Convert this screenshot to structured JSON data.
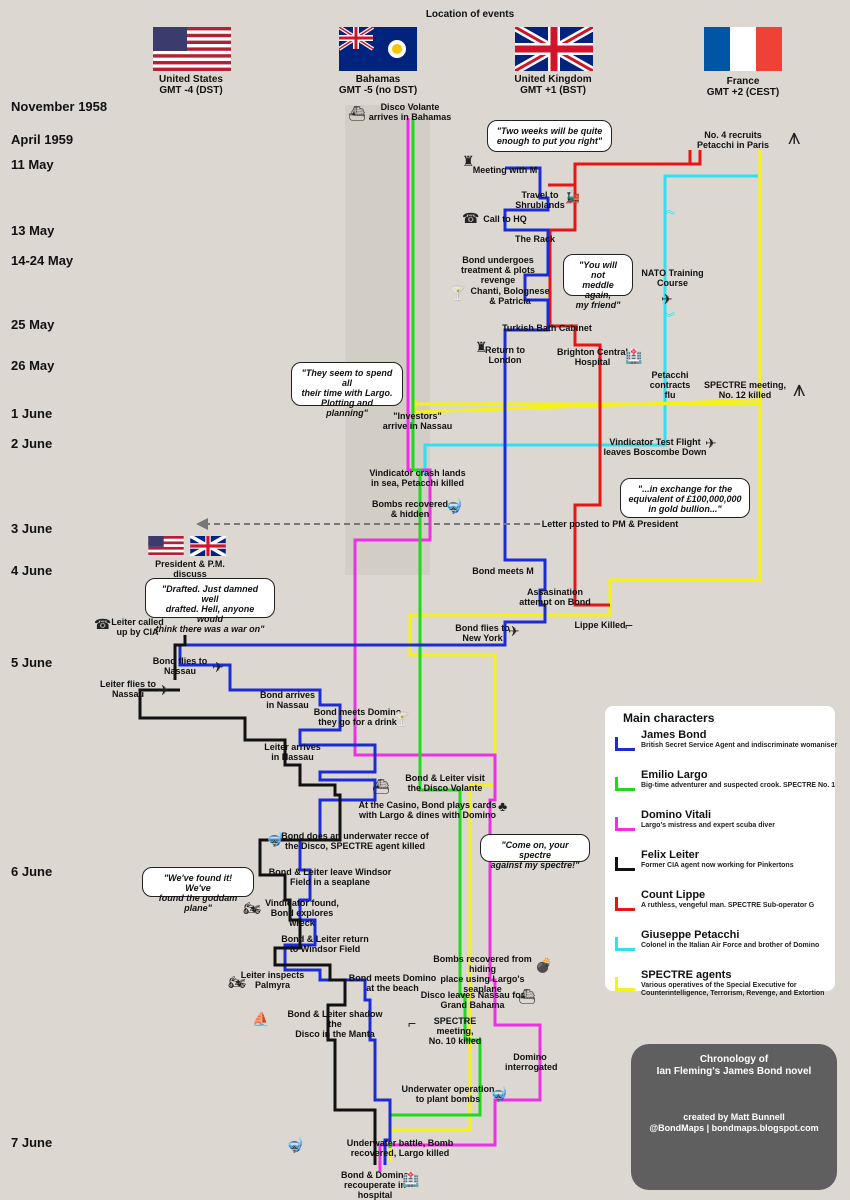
{
  "header": {
    "title": "Location of events"
  },
  "countries": [
    {
      "id": "us",
      "name": "United States",
      "tz": "GMT -4 (DST)"
    },
    {
      "id": "bs",
      "name": "Bahamas",
      "tz": "GMT -5 (no DST)"
    },
    {
      "id": "uk",
      "name": "United Kingdom",
      "tz": "GMT +1 (BST)"
    },
    {
      "id": "fr",
      "name": "France",
      "tz": "GMT +2 (CEST)"
    }
  ],
  "dates": [
    "November 1958",
    "April 1959",
    "11 May",
    "13 May",
    "14-24 May",
    "25 May",
    "26 May",
    "1 June",
    "2 June",
    "3 June",
    "4 June",
    "5 June",
    "6 June",
    "7 June"
  ],
  "events": {
    "disco_arrives": "Disco Volante\narrives in Bahamas",
    "petacchi_recruited": "No. 4 recruits\nPetacchi in Paris",
    "meeting_m": "Meeting with M",
    "travel_shrublands": "Travel to\nShrublands",
    "call_hq": "Call to HQ",
    "the_rack": "The Rack",
    "bond_treatment": "Bond undergoes\ntreatment & plots revenge",
    "chanti": "Chanti, Bolognese\n& Patricia",
    "nato_course": "NATO Training\nCourse",
    "turkish_bath": "Turkish Bath Cabinet",
    "return_london": "Return to\nLondon",
    "brighton_hospital": "Brighton Central\nHospital",
    "petacchi_flu": "Petacchi\ncontracts flu",
    "spectre_meeting_12": "SPECTRE meeting,\nNo. 12 killed",
    "investors": "\"Investors\"\narrive in Nassau",
    "vindicator_test": "Vindicator Test Flight\nleaves Boscombe Down",
    "vindicator_crash": "Vindicator crash lands\nin sea, Petacchi killed",
    "bombs_recovered": "Bombs recovered\n& hidden",
    "letter_posted": "Letter posted to PM & President",
    "pres_pm": "President & P.M. discuss",
    "bond_meets_m": "Bond meets M",
    "assassination": "Assasination\nattempt on Bond",
    "leiter_cia": "Leiter called\nup by CIA",
    "lippe_killed": "Lippe Killed",
    "bond_flies_ny": "Bond flies to\nNew York",
    "bond_flies_nassau": "Bond flies to\nNassau",
    "leiter_flies_nassau": "Leiter flies to\nNassau",
    "bond_arrives_nassau": "Bond arrives\nin Nassau",
    "bond_meets_domino": "Bond meets Domino\nthey go for a drink",
    "leiter_arrives": "Leiter arrives\nin Nassau",
    "visit_disco": "Bond & Leiter visit\nthe Disco Volante",
    "casino": "At the Casino, Bond plays cards\nwith Largo & dines with Domino",
    "underwater_recce": "Bond does an underwater recce of\nthe Disco, SPECTRE agent killed",
    "leave_windsor": "Bond & Leiter leave Windsor\nField in a seaplane",
    "vindicator_found": "Vindicator found,\nBond explores wreck",
    "return_windsor": "Bond & Leiter return\nto Windsor Field",
    "bombs_hiding": "Bombs recovered from hiding\nplace using Largo's seaplane",
    "leiter_palmyra": "Leiter inspects\nPalmyra",
    "bond_domino_beach": "Bond meets Domino\nat the beach",
    "disco_leaves": "Disco leaves Nassau for\nGrand Bahama",
    "shadow_disco": "Bond & Leiter shadow the\nDisco in the Manta",
    "spectre_meeting_10": "SPECTRE meeting,\nNo. 10 killed",
    "domino_interrogated": "Domino\ninterrogated",
    "underwater_op": "Underwater operation\nto plant bombs",
    "underwater_battle": "Underwater battle, Bomb\nrecovered, Largo killed",
    "recouperate": "Bond & Domino\nrecouperate in hospital"
  },
  "quotes": {
    "two_weeks": "\"Two weeks will be quite\nenough to put you right\"",
    "not_meddle": "\"You will not\nmeddle again,\nmy friend\"",
    "spend_time": "\"They seem to spend all\ntheir time with Largo.\nPlotting and planning\"",
    "exchange": "\"...in exchange for the\nequivalent of £100,000,000\nin gold bullion...\"",
    "drafted": "\"Drafted. Just damned well\ndrafted.  Hell, anyone would\nthink there was a war on\"",
    "spectre_vs": "\"Come on, your spectre\nagainst my spectre!\"",
    "found_it": "\"We've found it! We've\nfound the goddam plane\""
  },
  "legend": {
    "title": "Main characters",
    "items": [
      {
        "name": "James Bond",
        "desc": "British Secret Service Agent and indiscriminate womaniser",
        "color": "#1c2bd6"
      },
      {
        "name": "Emilio Largo",
        "desc": "Big-time adventurer and suspected crook. SPECTRE No. 1",
        "color": "#22d81e"
      },
      {
        "name": "Domino Vitali",
        "desc": "Largo's mistress and expert scuba diver",
        "color": "#f02ee6"
      },
      {
        "name": "Felix Leiter",
        "desc": "Former CIA agent now working for Pinkertons",
        "color": "#111111"
      },
      {
        "name": "Count Lippe",
        "desc": "A ruthless, vengeful man.  SPECTRE Sub-operator G",
        "color": "#e81515"
      },
      {
        "name": "Giuseppe Petacchi",
        "desc": "Colonel in the Italian Air Force and brother of Domino",
        "color": "#2fe0f0"
      },
      {
        "name": "SPECTRE agents",
        "desc": "Various operatives of the Special Executive for Counterintelligence, Terrorism, Revenge, and Extortion",
        "color": "#f5f21a"
      }
    ]
  },
  "credits": {
    "title": "Chronology of\nIan Fleming's James Bond novel",
    "author": "created by Matt Bunnell",
    "handle": "@BondMaps | bondmaps.blogspot.com"
  },
  "icons": [
    "ship-icon",
    "eiffel-tower-icon",
    "big-ben-icon",
    "train-icon",
    "telephone-icon",
    "scroll-icon",
    "cocktail-icon",
    "airplane-icon",
    "hospital-icon",
    "gun-icon",
    "diver-icon",
    "bomb-icon",
    "motorbike-icon",
    "club-suit-icon",
    "submarine-icon"
  ]
}
